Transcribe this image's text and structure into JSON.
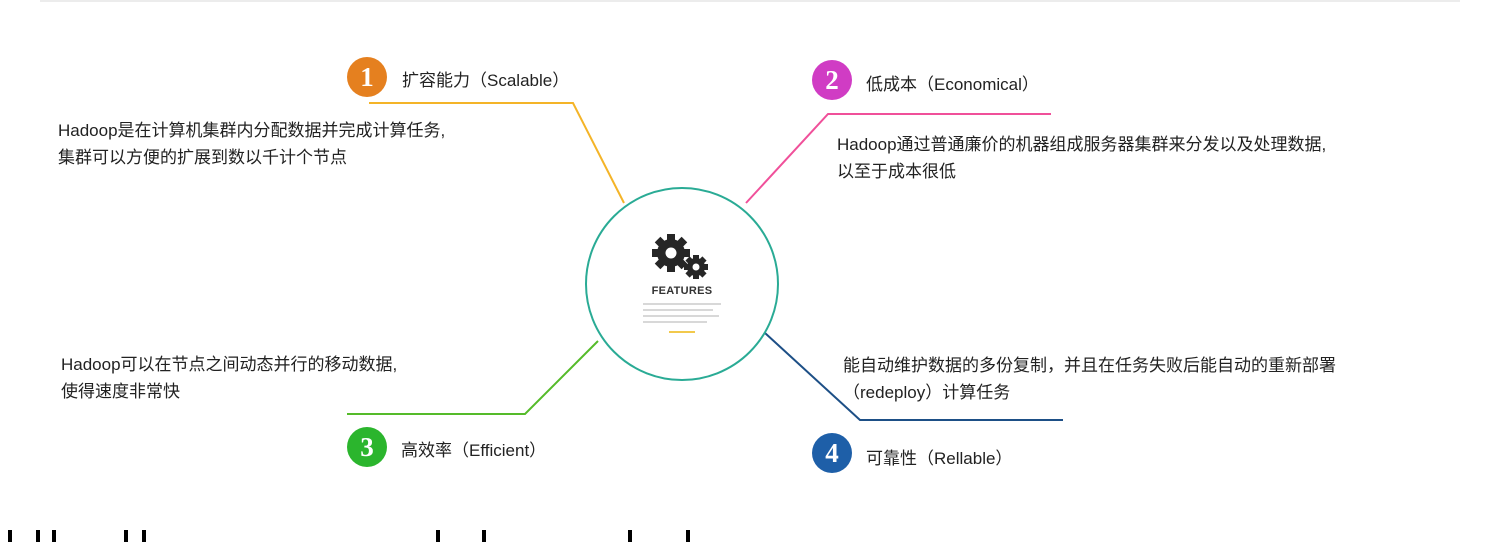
{
  "center": {
    "label": "FEATURES"
  },
  "features": [
    {
      "number": "1",
      "title": "扩容能力（Scalable）",
      "color": "#e5801f",
      "desc": [
        "Hadoop是在计算机集群内分配数据并完成计算任务,",
        "集群可以方便的扩展到数以千计个节点"
      ]
    },
    {
      "number": "2",
      "title": "低成本（Economical）",
      "color": "#d03cc4",
      "desc": [
        "Hadoop通过普通廉价的机器组成服务器集群来分发以及处理数据,",
        "以至于成本很低"
      ]
    },
    {
      "number": "3",
      "title": "高效率（Efficient）",
      "color": "#2bb52d",
      "desc": [
        "Hadoop可以在节点之间动态并行的移动数据,",
        "使得速度非常快"
      ]
    },
    {
      "number": "4",
      "title": "可靠性（Rellable）",
      "color": "#1e5fa8",
      "desc": [
        "能自动维护数据的多份复制，并且在任务失败后能自动的重新部署",
        "（redeploy）计算任务"
      ]
    }
  ],
  "connector_colors": {
    "scalable": "#f4b428",
    "economical": "#f0509a",
    "efficient": "#55bb2a",
    "reliable": "#1d4f86"
  }
}
